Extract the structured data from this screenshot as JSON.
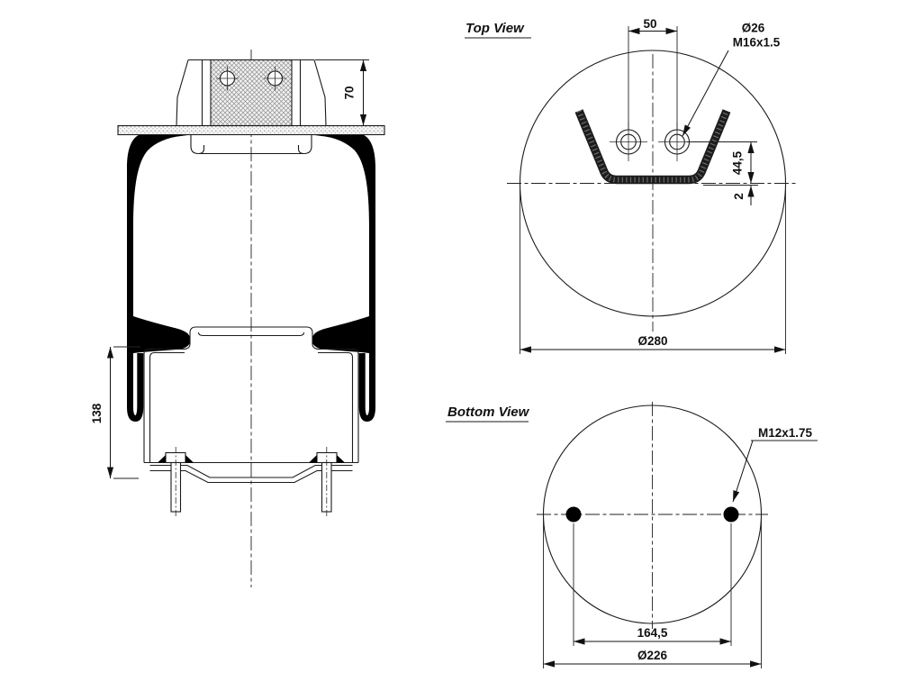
{
  "drawing": {
    "background": "#ffffff",
    "line_color": "#1a1a1a",
    "rubber_color": "#000000",
    "component": "air-spring-technical-drawing"
  },
  "side_view": {
    "dim_bracket_height": "70",
    "dim_piston_height": "138"
  },
  "top_view": {
    "title": "Top View",
    "dim_bolt_spacing": "50",
    "dim_hole_diameter": "Ø26",
    "dim_thread": "M16x1.5",
    "dim_hole_offset": "44,5",
    "dim_plate_offset": "2",
    "dim_outer_diameter": "Ø280"
  },
  "bottom_view": {
    "title": "Bottom View",
    "dim_thread": "M12x1.75",
    "dim_bolt_spacing": "164,5",
    "dim_outer_diameter": "Ø226"
  }
}
